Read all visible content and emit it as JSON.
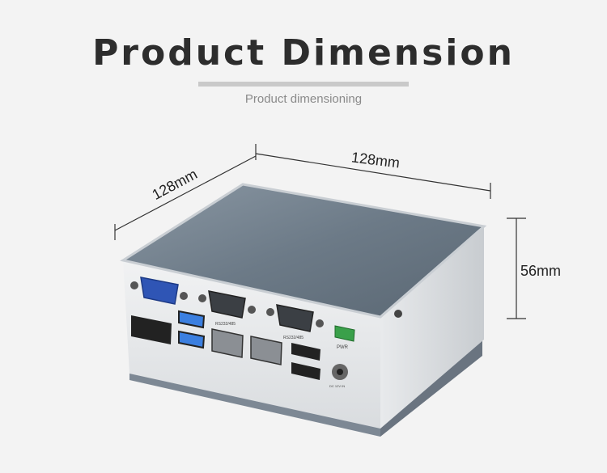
{
  "header": {
    "title": "Product Dimension",
    "subtitle": "Product dimensioning"
  },
  "dimensions": {
    "width": "128mm",
    "depth": "128mm",
    "height": "56mm"
  },
  "port_labels": {
    "com1": "RS232/485",
    "com2": "RS232/485",
    "pwr": "PWR",
    "dc": "DC 12V IN"
  },
  "colors": {
    "title": "#2d2d2d",
    "top_panel": "#6d7b88",
    "chassis": "#e2e4e6",
    "vga": "#2f55b5",
    "usb3": "#3b7fe0",
    "terminal": "#3aa04a"
  }
}
